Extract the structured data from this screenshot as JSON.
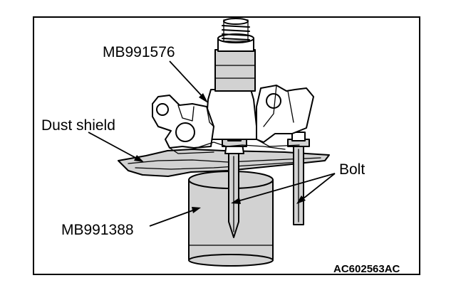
{
  "labels": {
    "special_tool_top": "MB991576",
    "dust_shield": "Dust shield",
    "bolt": "Bolt",
    "special_tool_bottom": "MB991388"
  },
  "figure_code": "AC602563AC"
}
